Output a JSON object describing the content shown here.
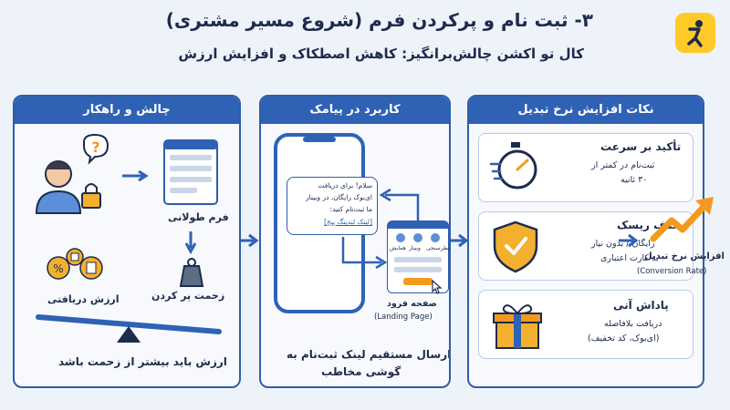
{
  "header": {
    "title": "۳- ثبت نام و پرکردن فرم (شروع مسیر مشتری)",
    "subtitle": "کال تو اکشن چالش‌برانگیز: کاهش اصطکاک و افزایش ارزش"
  },
  "panels": {
    "challenge": {
      "title": "چالش و راهکار",
      "long_form": "فرم طولانی",
      "effort": "زحمت پر کردن",
      "value_received": "ارزش دریافتی",
      "caption": "ارزش باید بیشتر از زحمت باشد"
    },
    "sms": {
      "title": "کاربرد در پیامک",
      "message_line1": "سلام! برای دریافت",
      "message_line2": "ای‌بوک رایگان، در وبینار",
      "message_line3": "ما ثبت‌نام کنید:",
      "message_link": "[لینک لندینگ پیج]",
      "landing_btn1": "همایش",
      "landing_btn2": "وبینار",
      "landing_btn3": "نظرسنجی",
      "landing_label": "صفحه فرود",
      "landing_label_en": "(Landing Page)",
      "caption_line1": "ارسال مستقیم لینک ثبت‌نام به",
      "caption_line2": "گوشی مخاطب"
    },
    "tips": {
      "title": "نکات افزایش نرخ تبدیل",
      "items": [
        {
          "title": "تأکید بر سرعت",
          "line1": "ثبت‌نام در کمتر از",
          "line2": "۳۰ ثانیه"
        },
        {
          "title": "حذف ریسک",
          "line1": "رایگان / بدون نیاز",
          "line2": "به کارت اعتباری"
        },
        {
          "title": "پاداش آنی",
          "line1": "دریافت بلافاصله",
          "line2": "(ای‌بوک، کد تخفیف)"
        }
      ]
    }
  },
  "outcome": {
    "label": "افزایش نرخ تبدیل",
    "label_en": "(Conversion Rate)"
  },
  "colors": {
    "primary": "#2f62b5",
    "accent": "#f39a1e",
    "background": "#eef3f9"
  }
}
